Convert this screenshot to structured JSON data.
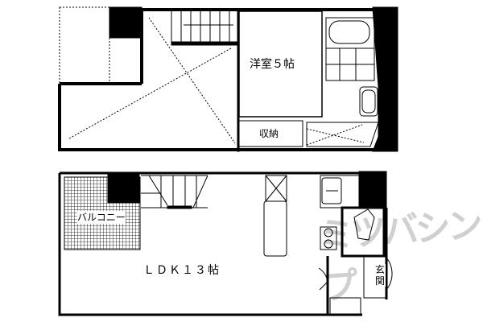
{
  "floor_plan": {
    "upper_floor": {
      "rooms": [
        {
          "label": "洋室５帖"
        },
        {
          "label": "収納"
        }
      ]
    },
    "lower_floor": {
      "rooms": [
        {
          "label": "ＬＤＫ１３帖"
        },
        {
          "label": "バルコニー"
        },
        {
          "label": "玄関"
        }
      ]
    },
    "watermark": "ミツバシンプ"
  }
}
